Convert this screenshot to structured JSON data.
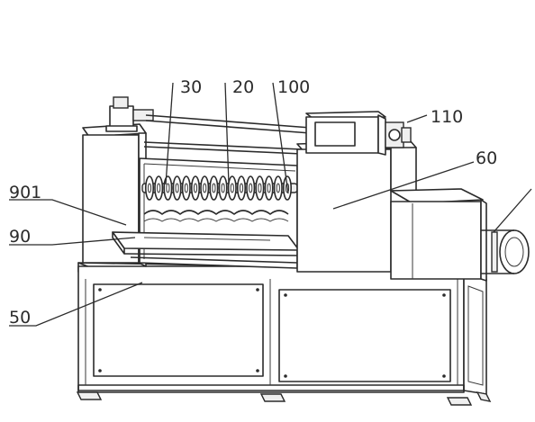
{
  "labels": {
    "l30": "30",
    "l20": "20",
    "l100": "100",
    "l110": "110",
    "l60": "60",
    "l901": "901",
    "l90": "90",
    "l50": "50"
  }
}
